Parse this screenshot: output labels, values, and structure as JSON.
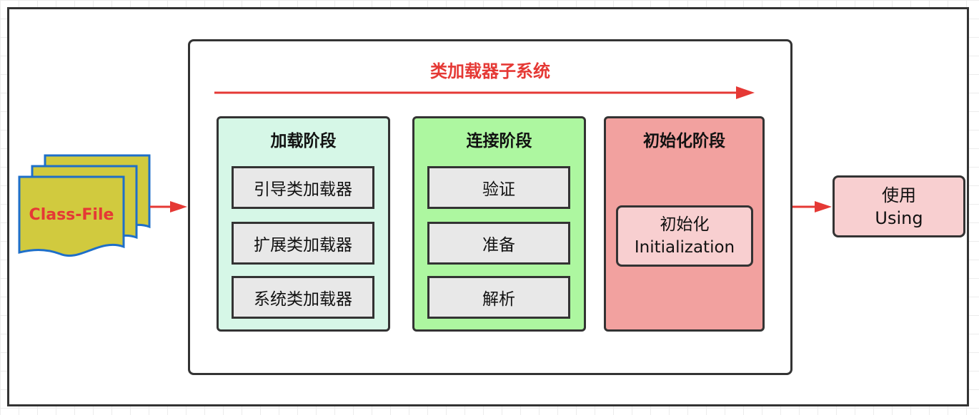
{
  "subsystem": {
    "title": "类加载器子系统"
  },
  "class_file": {
    "label": "Class-File"
  },
  "phases": {
    "loading": {
      "title": "加载阶段",
      "color": "#d6f7e7",
      "steps": [
        "引导类加载器",
        "扩展类加载器",
        "系统类加载器"
      ]
    },
    "linking": {
      "title": "连接阶段",
      "color": "#adf7a0",
      "steps": [
        "验证",
        "准备",
        "解析"
      ]
    },
    "init": {
      "title": "初始化阶段",
      "color": "#f2a19f",
      "box_line1": "初始化",
      "box_line2": "Initialization"
    }
  },
  "using": {
    "line1": "使用",
    "line2": "Using"
  },
  "colors": {
    "accent_red": "#e53935",
    "file_fill": "#d1ca3e",
    "file_border": "#1e6fc9"
  }
}
